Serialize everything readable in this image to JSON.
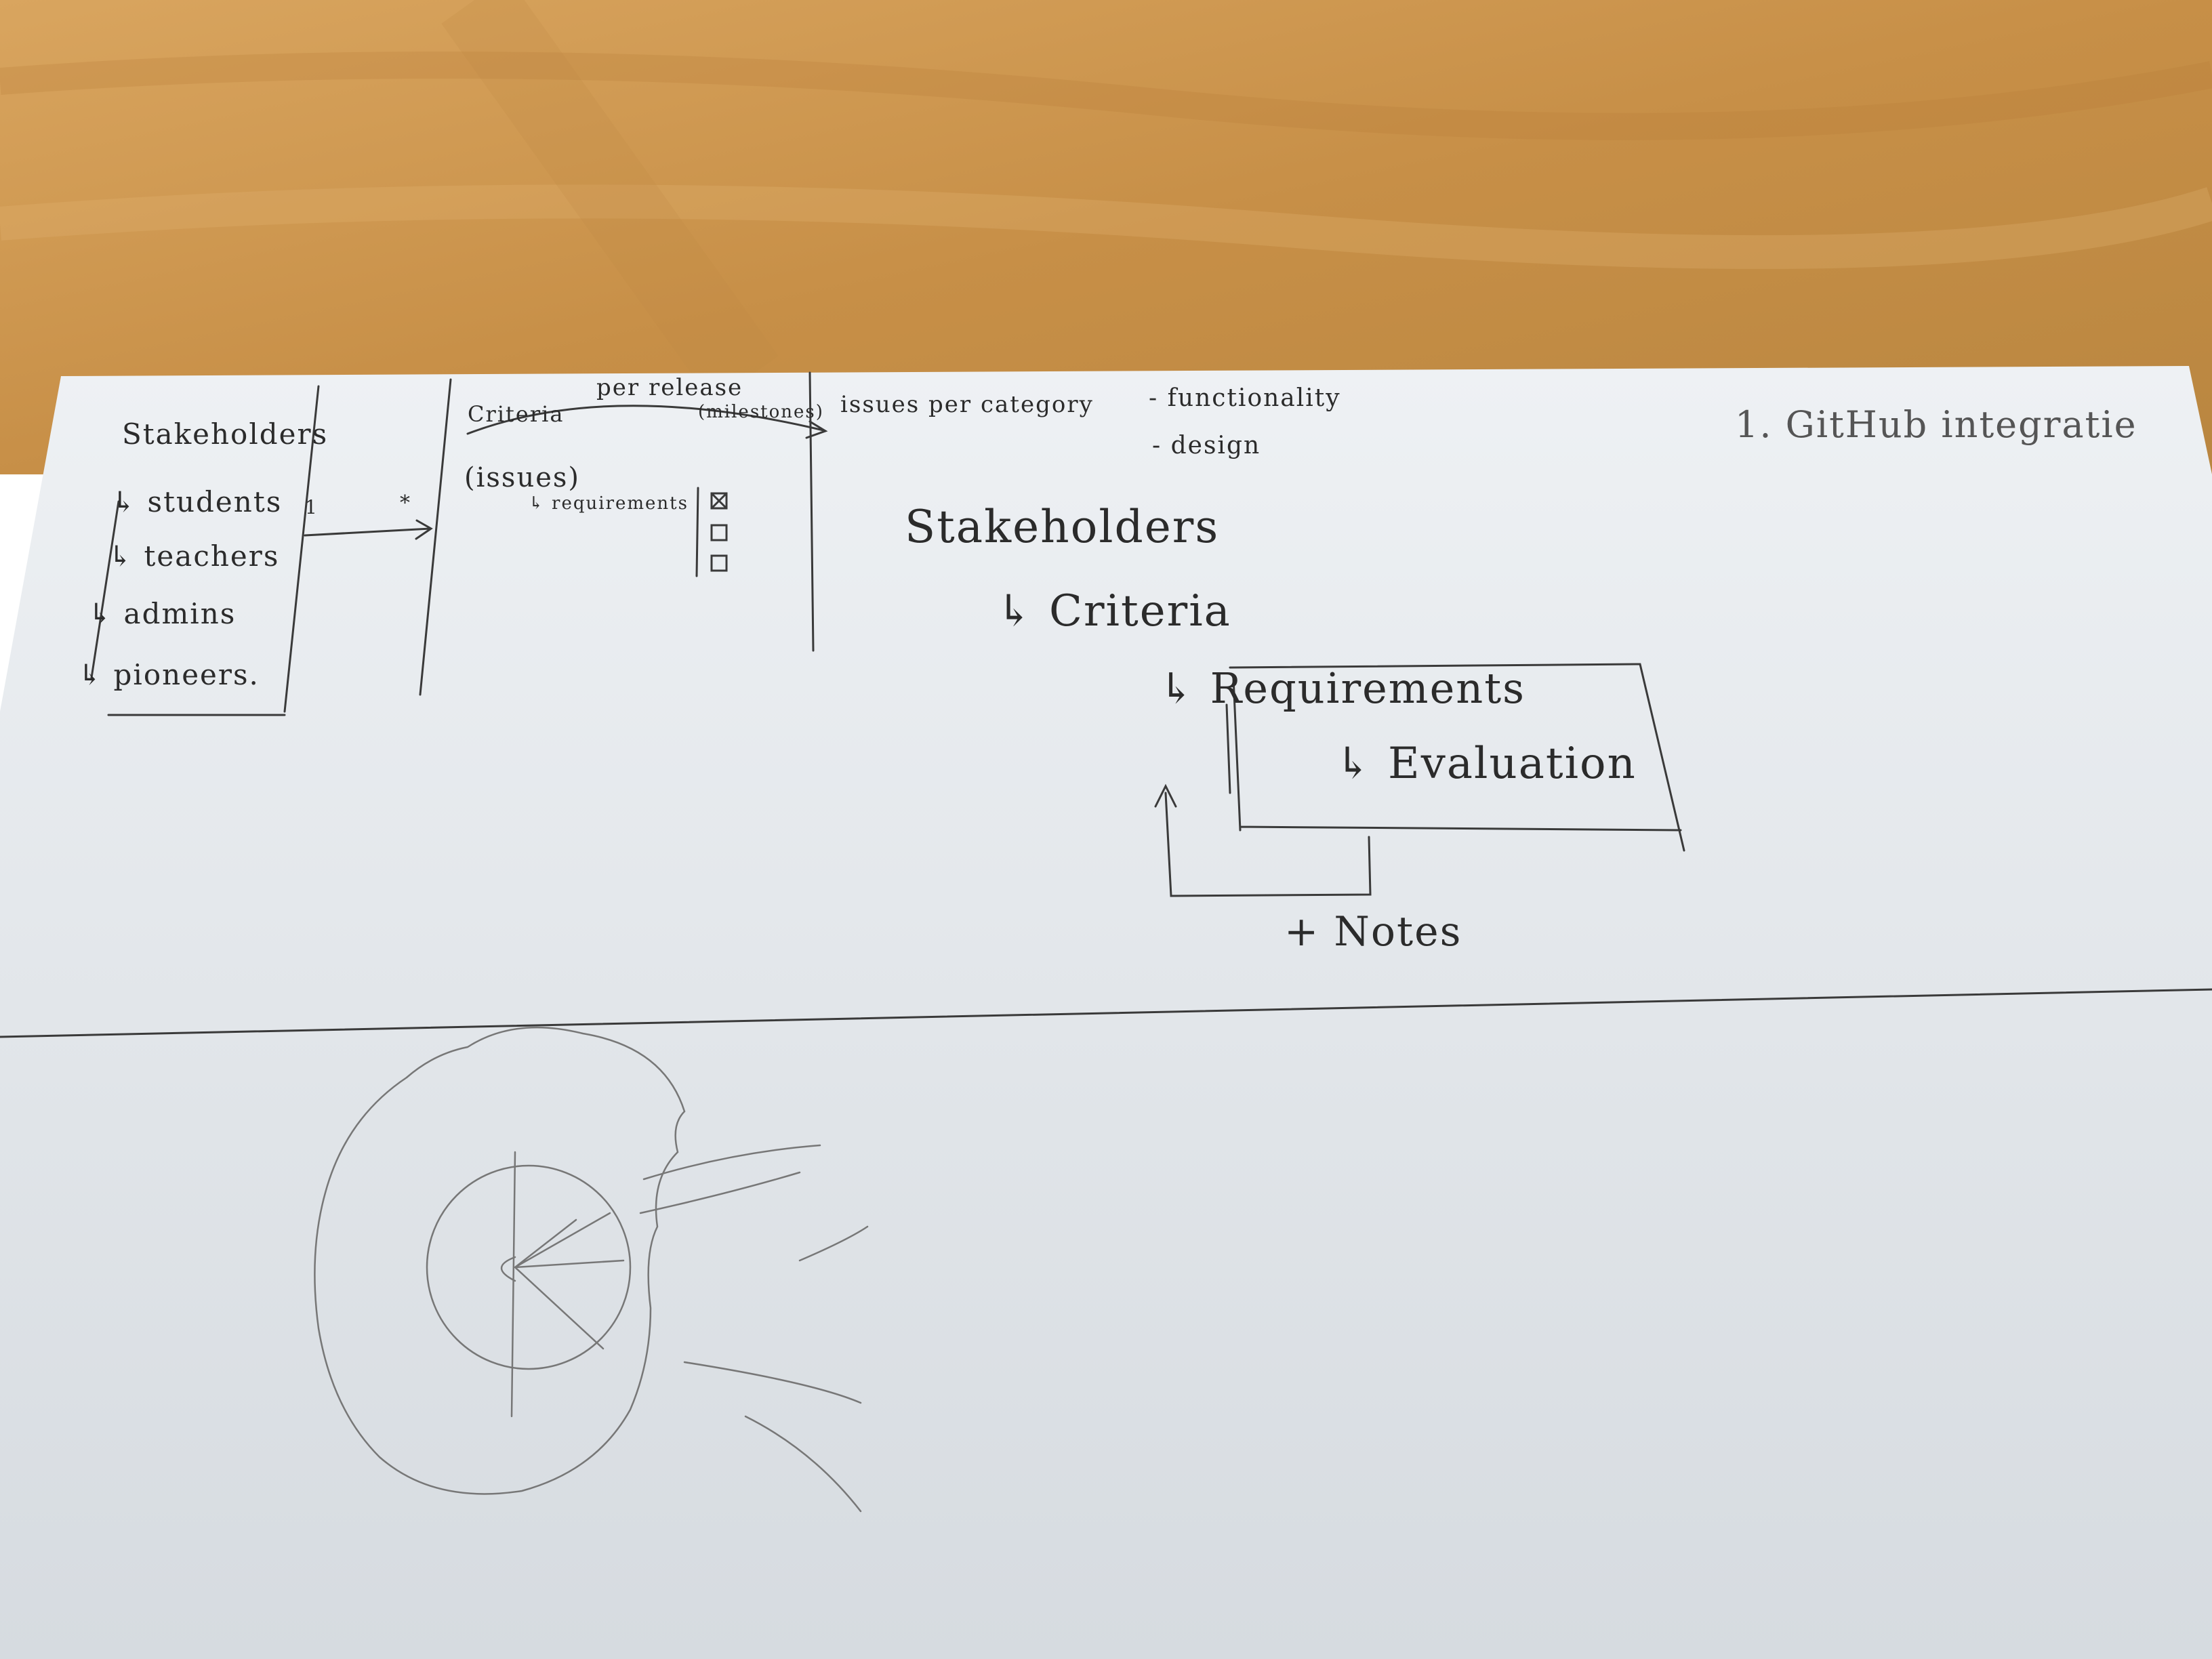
{
  "scene": {
    "description_colors": {
      "table": "#c9974f",
      "paper": "#e4e8ec",
      "ink": "#2b2b2b",
      "pencil": "#6a6a6a"
    }
  },
  "sketch": {
    "stakeholders_list": {
      "title": "Stakeholders",
      "items": [
        "↳ students",
        "↳ teachers",
        "↳ admins",
        "↳ pioneers."
      ]
    },
    "relation": {
      "left": "1",
      "right": "*"
    },
    "criteria_box": {
      "label": "Criteria",
      "per_release": "per release",
      "milestones": "(milestones)",
      "issues": "(issues)",
      "requirements": "↳ requirements"
    },
    "issues_per_category": {
      "label": "issues per category",
      "items": [
        "- functionality",
        "- design"
      ]
    },
    "github": "1. GitHub integratie",
    "hierarchy": {
      "stakeholders": "Stakeholders",
      "criteria": "↳ Criteria",
      "requirements": "↳ Requirements",
      "evaluation": "↳ Evaluation",
      "notes": "+ Notes"
    }
  }
}
